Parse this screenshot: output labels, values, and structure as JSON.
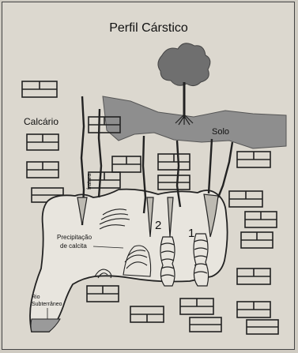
{
  "title": "Perfil Cárstico",
  "labels": {
    "calcario": "Calcário",
    "solo": "Solo",
    "fratura": "fratura",
    "number_2": "2",
    "number_1": "1",
    "precipitacao_line1": "Precipitação",
    "precipitacao_line2": "de calcita",
    "rio_line1": "Rio",
    "rio_line2": "Subterrâneo"
  },
  "colors": {
    "paper": "#dcd8cf",
    "ink": "#222222",
    "soil": "#8e8e8e",
    "tree": "#6f6f6f",
    "cave": "#e8e5de",
    "water": "#9a9a9a"
  }
}
